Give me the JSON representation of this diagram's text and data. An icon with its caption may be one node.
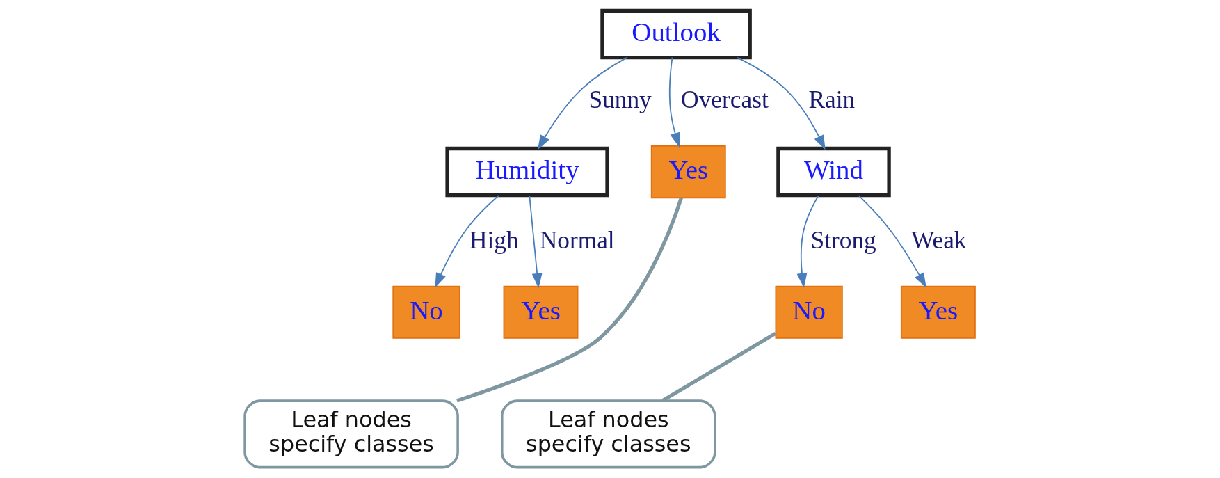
{
  "diagram": {
    "nodes": [
      {
        "text": [
          "Outlook"
        ]
      },
      {
        "text": [
          "Humidity"
        ]
      },
      {
        "text": [
          "Yes"
        ]
      },
      {
        "text": [
          "Wind"
        ]
      },
      {
        "text": [
          "No"
        ]
      },
      {
        "text": [
          "Yes"
        ]
      },
      {
        "text": [
          "No"
        ]
      },
      {
        "text": [
          "Yes"
        ]
      },
      {
        "text": [
          "Leaf nodes specify classes"
        ]
      },
      {
        "text": [
          "Leaf nodes specify classes"
        ]
      }
    ],
    "edges": [
      {
        "from": 0,
        "to": 1,
        "arrow": "to",
        "label": "Sunny"
      },
      {
        "from": 0,
        "to": 2,
        "arrow": "to",
        "label": "Overcast"
      },
      {
        "from": 0,
        "to": 3,
        "arrow": "to",
        "label": "Rain"
      },
      {
        "from": 1,
        "to": 4,
        "arrow": "to",
        "label": "High"
      },
      {
        "from": 1,
        "to": 5,
        "arrow": "to",
        "label": "Normal"
      },
      {
        "from": 3,
        "to": 6,
        "arrow": "to",
        "label": "Strong"
      },
      {
        "from": 3,
        "to": 7,
        "arrow": "to",
        "label": "Weak"
      },
      {
        "from": 8,
        "to": 2,
        "arrow": "none",
        "style": "thick",
        "color": "#7f97a1"
      },
      {
        "from": 9,
        "to": 6,
        "arrow": "none",
        "style": "thick",
        "color": "#7f97a1"
      }
    ]
  }
}
